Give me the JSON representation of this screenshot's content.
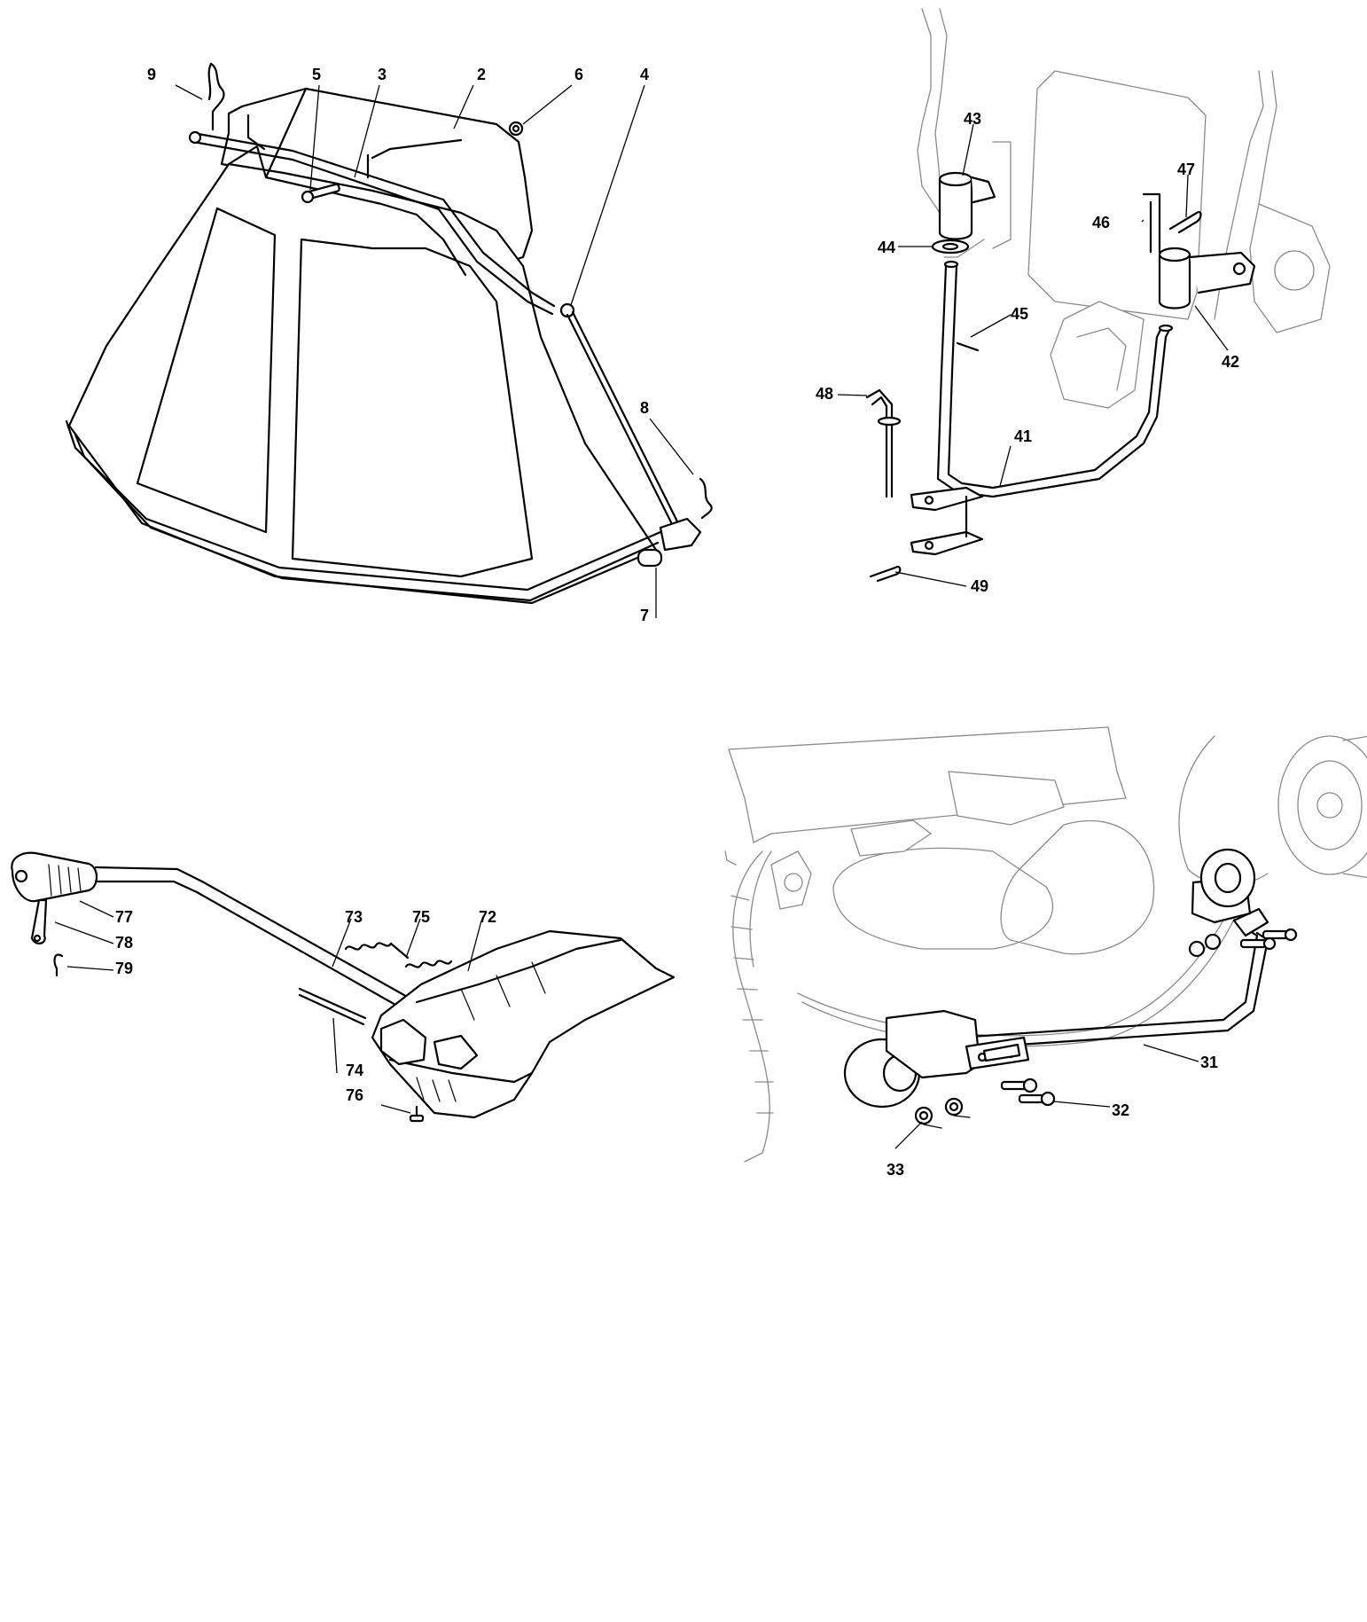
{
  "diagram": {
    "views": [
      {
        "id": "grass-catcher",
        "callouts": [
          "9",
          "5",
          "3",
          "2",
          "6",
          "4",
          "8",
          "7"
        ]
      },
      {
        "id": "catcher-support-frame",
        "callouts": [
          "43",
          "47",
          "46",
          "44",
          "45",
          "42",
          "48",
          "41",
          "49"
        ]
      },
      {
        "id": "lever-and-deflector",
        "callouts": [
          "77",
          "78",
          "79",
          "73",
          "75",
          "72",
          "74",
          "76"
        ]
      },
      {
        "id": "deck-roller-bar",
        "callouts": [
          "31",
          "32",
          "33"
        ]
      }
    ]
  }
}
